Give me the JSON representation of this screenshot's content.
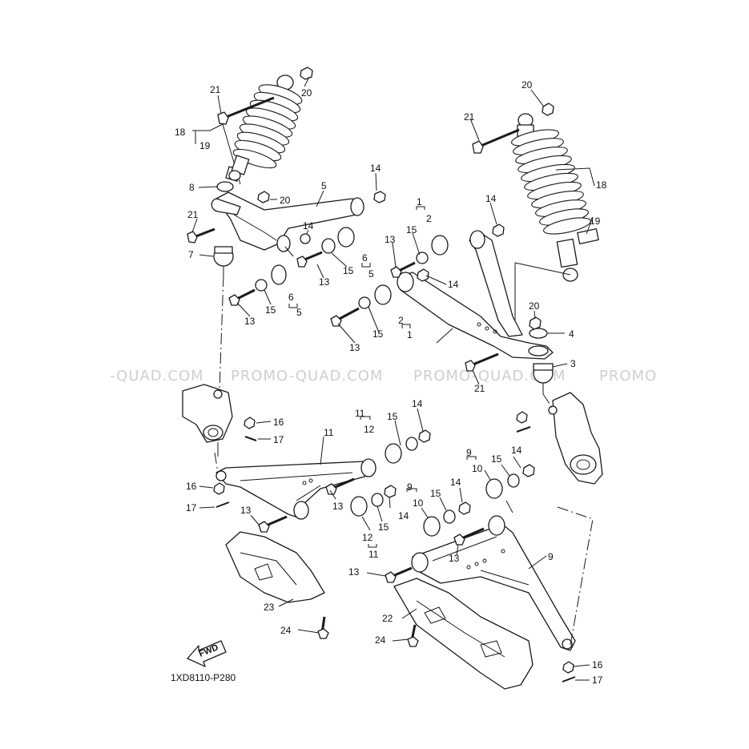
{
  "diagram_code": "1XD8110-P280",
  "fwd_label": "FWD",
  "watermark": [
    "-QUAD.COM",
    "PROMO-QUAD.COM",
    "PROMO-QUAD.COM",
    "PROMO"
  ],
  "callouts": [
    "21",
    "20",
    "18",
    "19",
    "8",
    "20",
    "5",
    "14",
    "21",
    "14",
    "7",
    "13",
    "15",
    "6",
    "5",
    "15",
    "6",
    "5",
    "13",
    "1",
    "2",
    "13",
    "15",
    "14",
    "14",
    "1",
    "2",
    "15",
    "13",
    "20",
    "4",
    "3",
    "21",
    "20",
    "21",
    "18",
    "19",
    "16",
    "17",
    "11",
    "12",
    "15",
    "14",
    "11",
    "16",
    "17",
    "13",
    "13",
    "12",
    "11",
    "15",
    "14",
    "9",
    "10",
    "15",
    "14",
    "9",
    "10",
    "15",
    "14",
    "13",
    "9",
    "13",
    "22",
    "24",
    "23",
    "24",
    "16",
    "17"
  ],
  "colors": {
    "ink": "#1a1a1a",
    "paper": "#ffffff",
    "watermark": "#cfcfcf"
  }
}
